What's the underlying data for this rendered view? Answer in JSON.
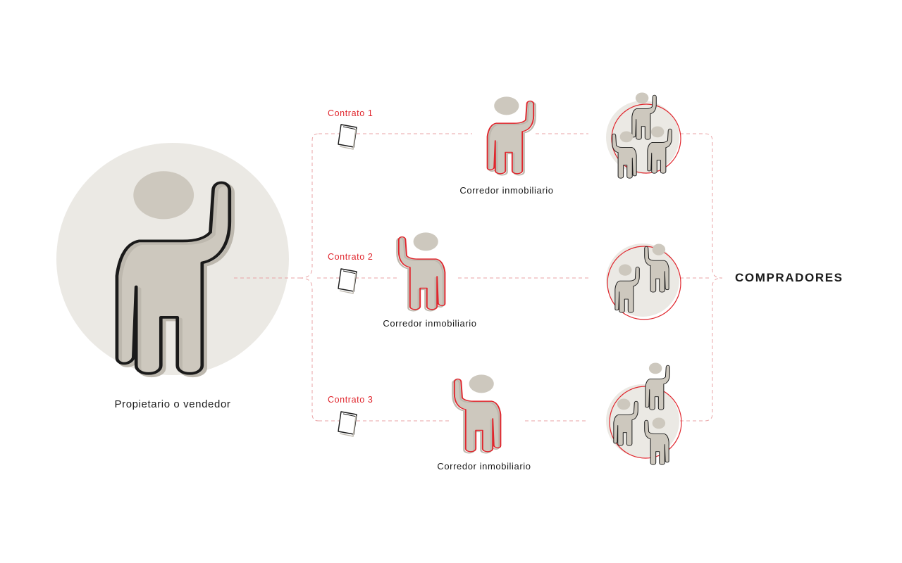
{
  "seller": {
    "label": "Propietario o vendedor"
  },
  "buyers": {
    "label": "COMPRADORES"
  },
  "contracts": [
    {
      "label": "Contrato 1",
      "broker_label": "Corredor inmobiliario"
    },
    {
      "label": "Contrato 2",
      "broker_label": "Corredor inmobiliario"
    },
    {
      "label": "Contrato 3",
      "broker_label": "Corredor inmobiliario"
    }
  ],
  "colors": {
    "accent": "#e0262d",
    "ink": "#1a1a1a",
    "figure_fill": "#cdc8be",
    "circle_fill": "#ebe9e4",
    "connector": "#e9a3a5"
  },
  "icons": [
    "person-icon",
    "document-icon",
    "buyers-group-icon"
  ]
}
